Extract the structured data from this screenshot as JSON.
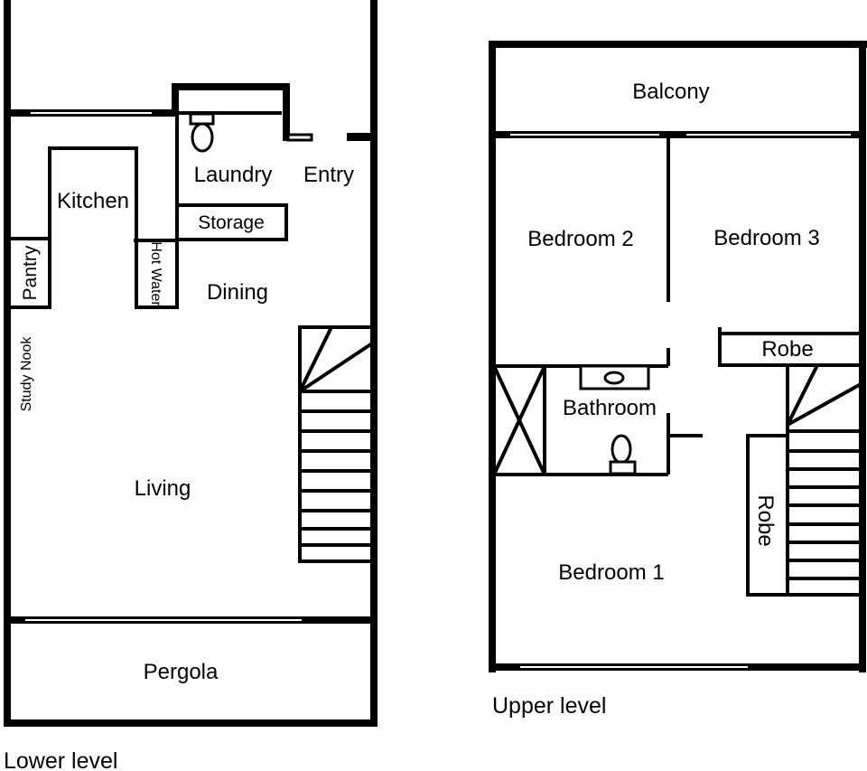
{
  "lower_level": {
    "caption": "Lower level",
    "rooms": {
      "kitchen": "Kitchen",
      "laundry": "Laundry",
      "entry": "Entry",
      "storage": "Storage",
      "pantry": "Pantry",
      "hot_water": "Hot Water",
      "dining": "Dining",
      "study_nook": "Study Nook",
      "living": "Living",
      "pergola": "Pergola"
    }
  },
  "upper_level": {
    "caption": "Upper level",
    "rooms": {
      "balcony": "Balcony",
      "bedroom_2": "Bedroom 2",
      "bedroom_3": "Bedroom 3",
      "robe_top": "Robe",
      "bathroom": "Bathroom",
      "robe_side": "Robe",
      "bedroom_1": "Bedroom 1"
    }
  }
}
